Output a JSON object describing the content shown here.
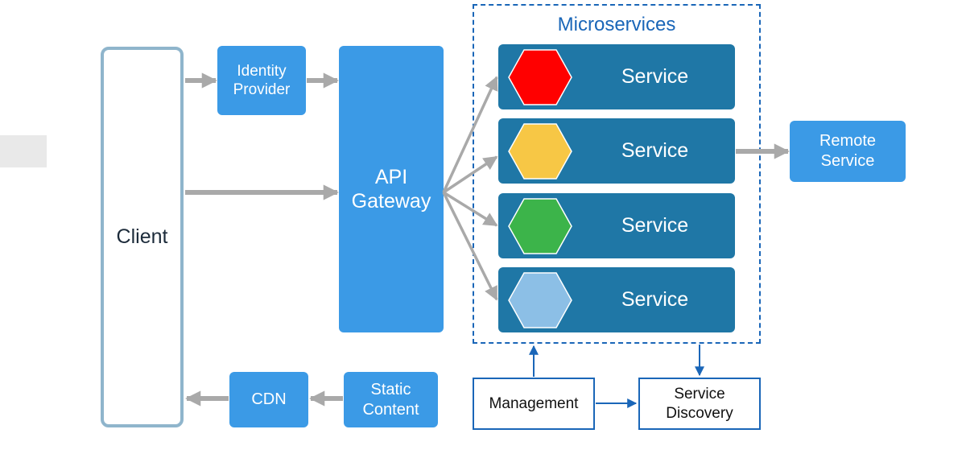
{
  "colors": {
    "box_blue": "#3b9ae6",
    "service_blue": "#1f77a6",
    "dark_blue": "#1a66b8",
    "client_border": "#8fb5cc",
    "arrow_gray": "#a9a9a9",
    "left_strip": "#e9e9e9"
  },
  "client": {
    "label": "Client"
  },
  "identity_provider": {
    "label": "Identity\nProvider"
  },
  "api_gateway": {
    "label": "API\nGateway"
  },
  "microservices": {
    "title": "Microservices",
    "services": [
      {
        "label": "Service",
        "hex_color": "#ff0000"
      },
      {
        "label": "Service",
        "hex_color": "#f7c745"
      },
      {
        "label": "Service",
        "hex_color": "#3cb44a"
      },
      {
        "label": "Service",
        "hex_color": "#8cbfe6"
      }
    ]
  },
  "remote_service": {
    "label": "Remote\nService"
  },
  "cdn": {
    "label": "CDN"
  },
  "static_content": {
    "label": "Static\nContent"
  },
  "management": {
    "label": "Management"
  },
  "service_discovery": {
    "label": "Service\nDiscovery"
  }
}
